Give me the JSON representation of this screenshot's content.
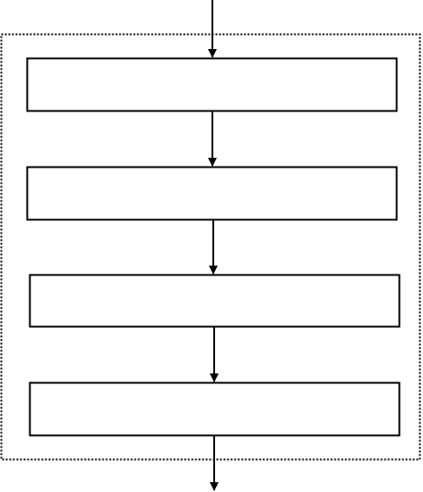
{
  "diagram": {
    "type": "vertical-flowchart",
    "colors": {
      "background": "#ffffff",
      "stroke": "#000000",
      "box_fill": "#ffffff",
      "container_border": "#000000"
    },
    "container": {
      "border_style": "dotted"
    },
    "boxes": [
      {
        "label": ""
      },
      {
        "label": ""
      },
      {
        "label": ""
      },
      {
        "label": ""
      }
    ],
    "arrows": [
      {
        "from": "input",
        "to": "box-1"
      },
      {
        "from": "box-1",
        "to": "box-2"
      },
      {
        "from": "box-2",
        "to": "box-3"
      },
      {
        "from": "box-3",
        "to": "box-4"
      },
      {
        "from": "box-4",
        "to": "output"
      }
    ]
  }
}
